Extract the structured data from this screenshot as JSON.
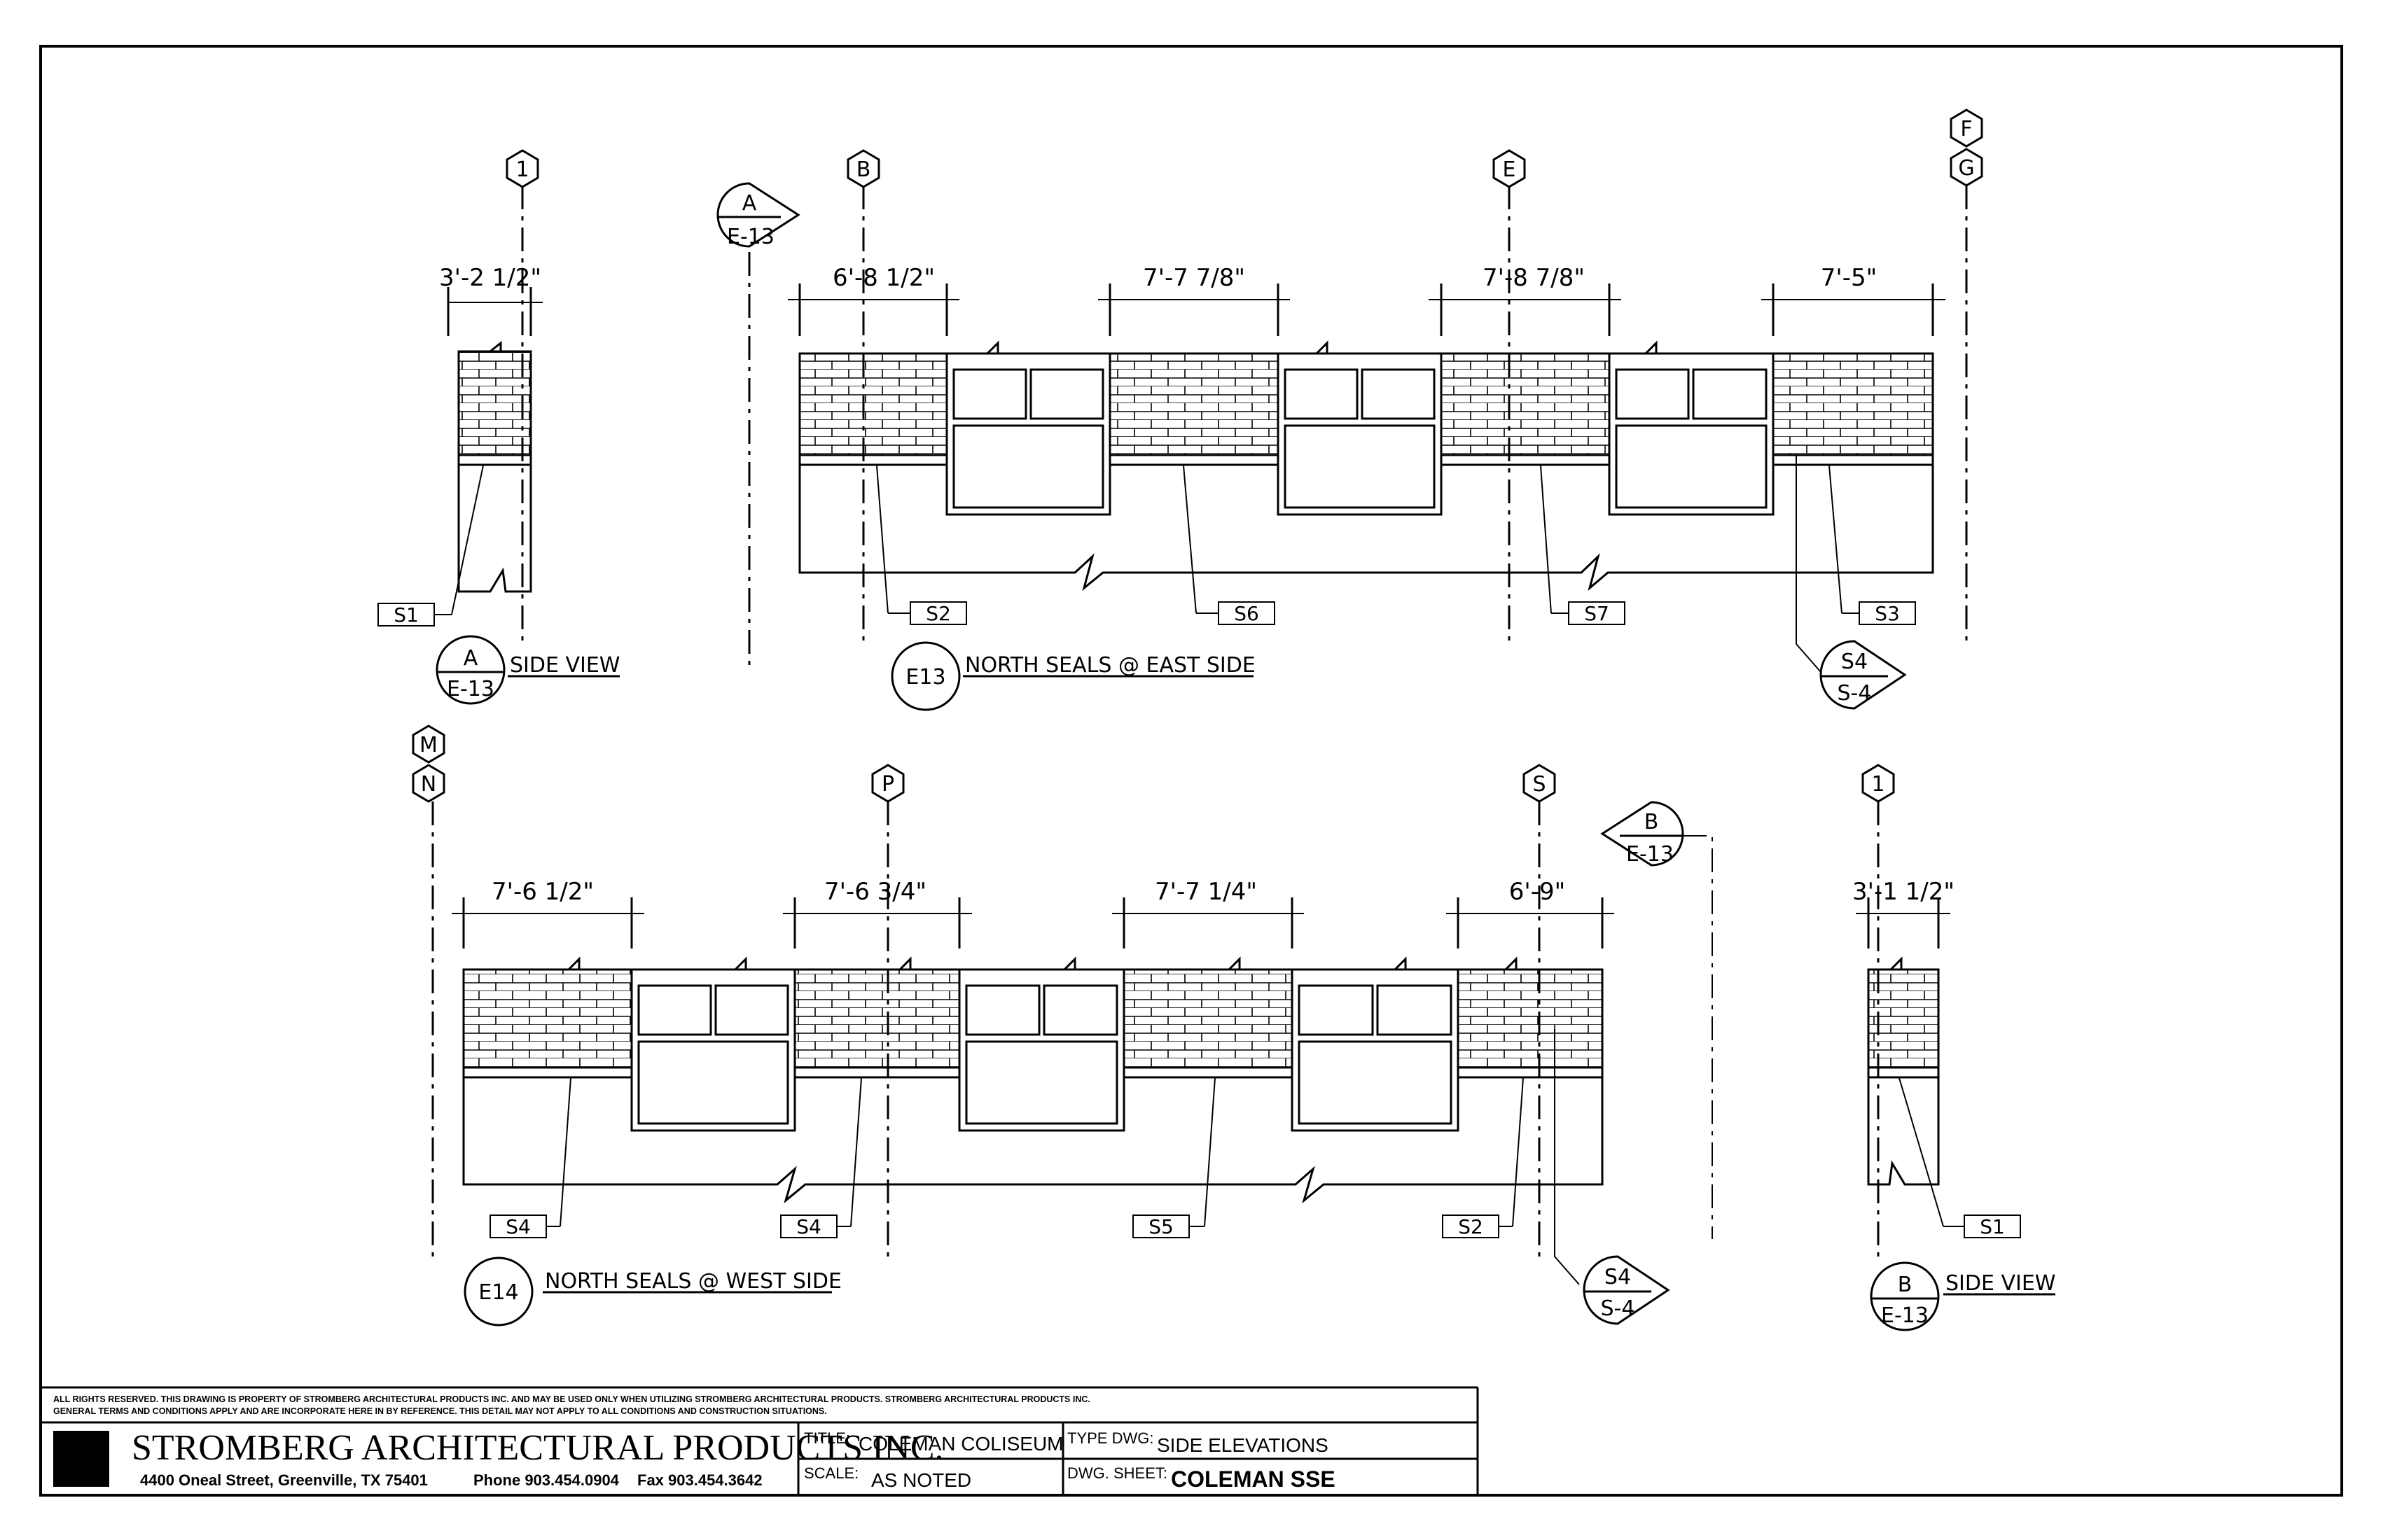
{
  "grid_labels": {
    "g1_top": "1",
    "gB": "B",
    "gE": "E",
    "gF": "F",
    "gG": "G",
    "gM": "M",
    "gN": "N",
    "gP": "P",
    "gS": "S",
    "g1_bottom": "1"
  },
  "dimensions": {
    "d_side_a": "3'-2 1/2\"",
    "d_e13_1": "6'-8 1/2\"",
    "d_e13_2": "7'-7 7/8\"",
    "d_e13_3": "7'-8 7/8\"",
    "d_e13_4": "7'-5\"",
    "d_e14_1": "7'-6 1/2\"",
    "d_e14_2": "7'-6 3/4\"",
    "d_e14_3": "7'-7 1/4\"",
    "d_e14_4": "6'-9\"",
    "d_side_b": "3'-1 1/2\""
  },
  "seal_tags": {
    "t_side_a": "S1",
    "t_e13_1": "S2",
    "t_e13_2": "S6",
    "t_e13_3": "S7",
    "t_e13_4": "S3",
    "t_e14_1": "S4",
    "t_e14_2": "S4",
    "t_e14_3": "S5",
    "t_e14_4": "S2",
    "t_side_b": "S1"
  },
  "section_markers": {
    "a_top": "A",
    "a_bottom": "E-13",
    "b_top": "B",
    "b_bottom": "E-13",
    "s4a_top": "S4",
    "s4a_bottom": "S-4",
    "s4b_top": "S4",
    "s4b_bottom": "S-4"
  },
  "view_titles": {
    "side_a_top": "A",
    "side_a_bottom": "E-13",
    "side_a_title": "SIDE VIEW",
    "e13_id": "E13",
    "e13_title": "NORTH SEALS @ EAST SIDE",
    "e14_id": "E14",
    "e14_title": "NORTH SEALS @ WEST SIDE",
    "side_b_top": "B",
    "side_b_bottom": "E-13",
    "side_b_title": "SIDE VIEW"
  },
  "title_block": {
    "notice_line1": "ALL RIGHTS RESERVED. THIS DRAWING IS PROPERTY OF STROMBERG ARCHITECTURAL PRODUCTS INC. AND MAY BE USED ONLY WHEN UTILIZING STROMBERG ARCHITECTURAL PRODUCTS.  STROMBERG ARCHITECTURAL PRODUCTS INC.",
    "notice_line2": "GENERAL TERMS AND CONDITIONS APPLY AND ARE INCORPORATE HERE IN BY REFERENCE.  THIS DETAIL MAY NOT APPLY TO ALL CONDITIONS AND CONSTRUCTION SITUATIONS.",
    "company": "STROMBERG ARCHITECTURAL PRODUCTS INC.",
    "address": "4400 Oneal Street, Greenville, TX  75401",
    "phone": "Phone 903.454.0904",
    "fax": "Fax 903.454.3642",
    "title_label": "TITLE:",
    "title_value": "COLEMAN COLISEUM",
    "scale_label": "SCALE:",
    "scale_value": "AS NOTED",
    "type_label": "TYPE DWG:",
    "type_value": "SIDE ELEVATIONS",
    "sheet_label": "DWG. SHEET:",
    "sheet_value": "COLEMAN SSE"
  }
}
